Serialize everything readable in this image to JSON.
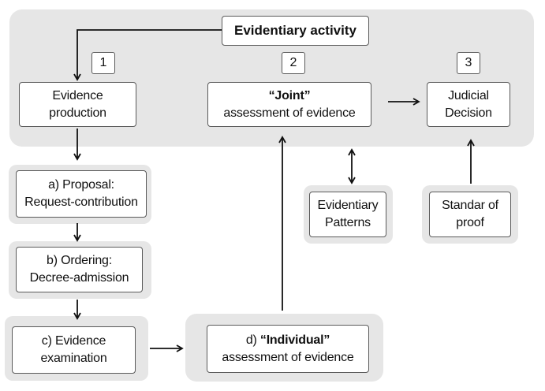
{
  "title": "Evidentiary activity",
  "steps": [
    {
      "number": "1",
      "line1": "Evidence",
      "line2": "production"
    },
    {
      "number": "2",
      "line1_bold": "“Joint”",
      "line2": "assessment of evidence"
    },
    {
      "number": "3",
      "line1": "Judicial",
      "line2": "Decision"
    }
  ],
  "substeps": [
    {
      "line1": "a) Proposal:",
      "line2": "Request-contribution"
    },
    {
      "line1": "b) Ordering:",
      "line2": "Decree-admission"
    },
    {
      "line1": "c) Evidence",
      "line2": "examination"
    }
  ],
  "individual": {
    "prefix": "d) ",
    "bold": "“Individual”",
    "line2": "assessment of evidence"
  },
  "patterns": {
    "line1": "Evidentiary",
    "line2": "Patterns"
  },
  "standard": {
    "line1": "Standar of",
    "line2": "proof"
  }
}
